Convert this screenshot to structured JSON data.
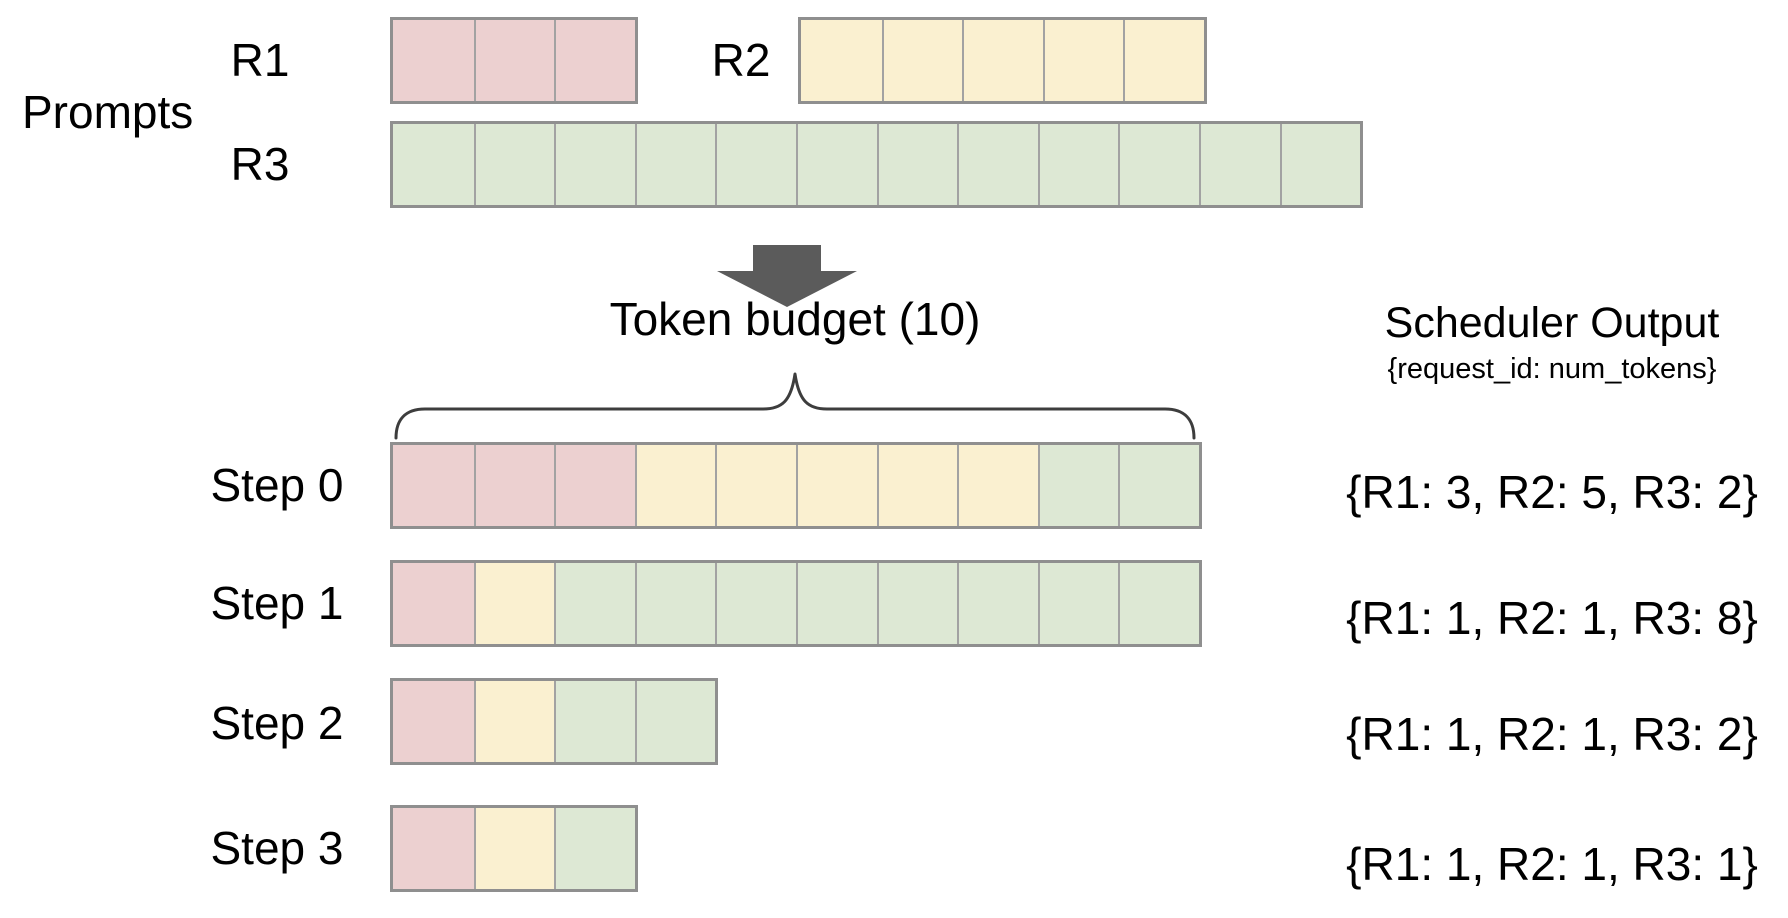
{
  "title": "Token budget scheduling diagram",
  "colors": {
    "request_r1_fill": "#ecd0d0",
    "request_r2_fill": "#faf0d0",
    "request_r3_fill": "#dde8d4",
    "cell_border": "#a2a2a2",
    "row_outer_border": "#8f8f8f",
    "arrow": "#5b5b5b",
    "brace": "#3d3d3d",
    "text": "#000000"
  },
  "request_colors": {
    "R1": "#ecd0d0",
    "R2": "#faf0d0",
    "R3": "#dde8d4"
  },
  "icons": {
    "flow_arrow": "down-arrow"
  },
  "prompts": {
    "label": "Prompts",
    "rows": [
      {
        "id": "R1",
        "label": "R1",
        "num_cells": 3
      },
      {
        "id": "R2",
        "label": "R2",
        "num_cells": 5
      },
      {
        "id": "R3",
        "label": "R3",
        "num_cells": 12
      }
    ]
  },
  "token_budget": {
    "label": "Token budget (10)",
    "value": 10
  },
  "scheduler": {
    "title": "Scheduler Output",
    "subtitle": "{request_id: num_tokens}",
    "steps": [
      {
        "label": "Step 0",
        "output": "{R1: 3, R2: 5, R3: 2}",
        "allocation": [
          {
            "request": "R1",
            "tokens": 3
          },
          {
            "request": "R2",
            "tokens": 5
          },
          {
            "request": "R3",
            "tokens": 2
          }
        ]
      },
      {
        "label": "Step 1",
        "output": "{R1: 1, R2: 1, R3: 8}",
        "allocation": [
          {
            "request": "R1",
            "tokens": 1
          },
          {
            "request": "R2",
            "tokens": 1
          },
          {
            "request": "R3",
            "tokens": 8
          }
        ]
      },
      {
        "label": "Step 2",
        "output": "{R1: 1, R2: 1, R3: 2}",
        "allocation": [
          {
            "request": "R1",
            "tokens": 1
          },
          {
            "request": "R2",
            "tokens": 1
          },
          {
            "request": "R3",
            "tokens": 2
          }
        ]
      },
      {
        "label": "Step 3",
        "output": "{R1: 1, R2: 1, R3: 1}",
        "allocation": [
          {
            "request": "R1",
            "tokens": 1
          },
          {
            "request": "R2",
            "tokens": 1
          },
          {
            "request": "R3",
            "tokens": 1
          }
        ]
      }
    ]
  }
}
